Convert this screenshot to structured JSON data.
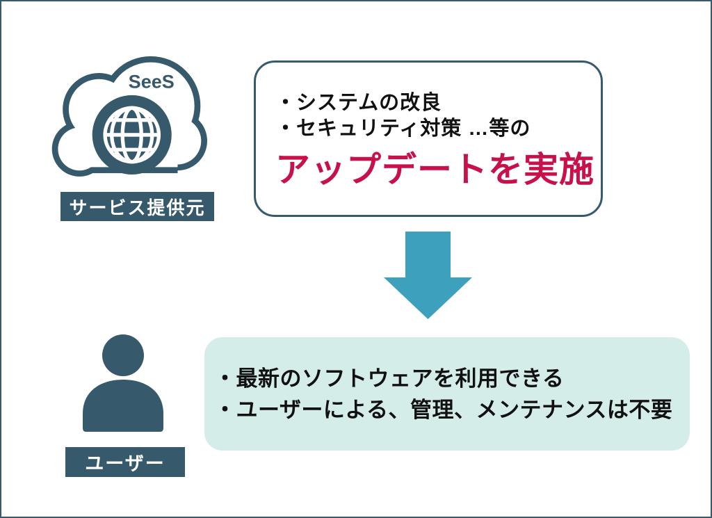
{
  "colors": {
    "dark_teal": "#36596C",
    "arrow_teal": "#3DA1BE",
    "mint": "#D4EDE9",
    "accent_red": "#C8104B",
    "text_black": "#111111"
  },
  "provider": {
    "cloud_label": "SeeS",
    "caption": "サービス提供元"
  },
  "update_box": {
    "bullet_1": "・システムの改良",
    "bullet_2": "・セキュリティ対策 …等の",
    "highlight": "アップデートを実施"
  },
  "user": {
    "caption": "ユーザー"
  },
  "benefit_box": {
    "bullet_1": "・最新のソフトウェアを利用できる",
    "bullet_2": "・ユーザーによる、管理、メンテナンスは不要"
  }
}
